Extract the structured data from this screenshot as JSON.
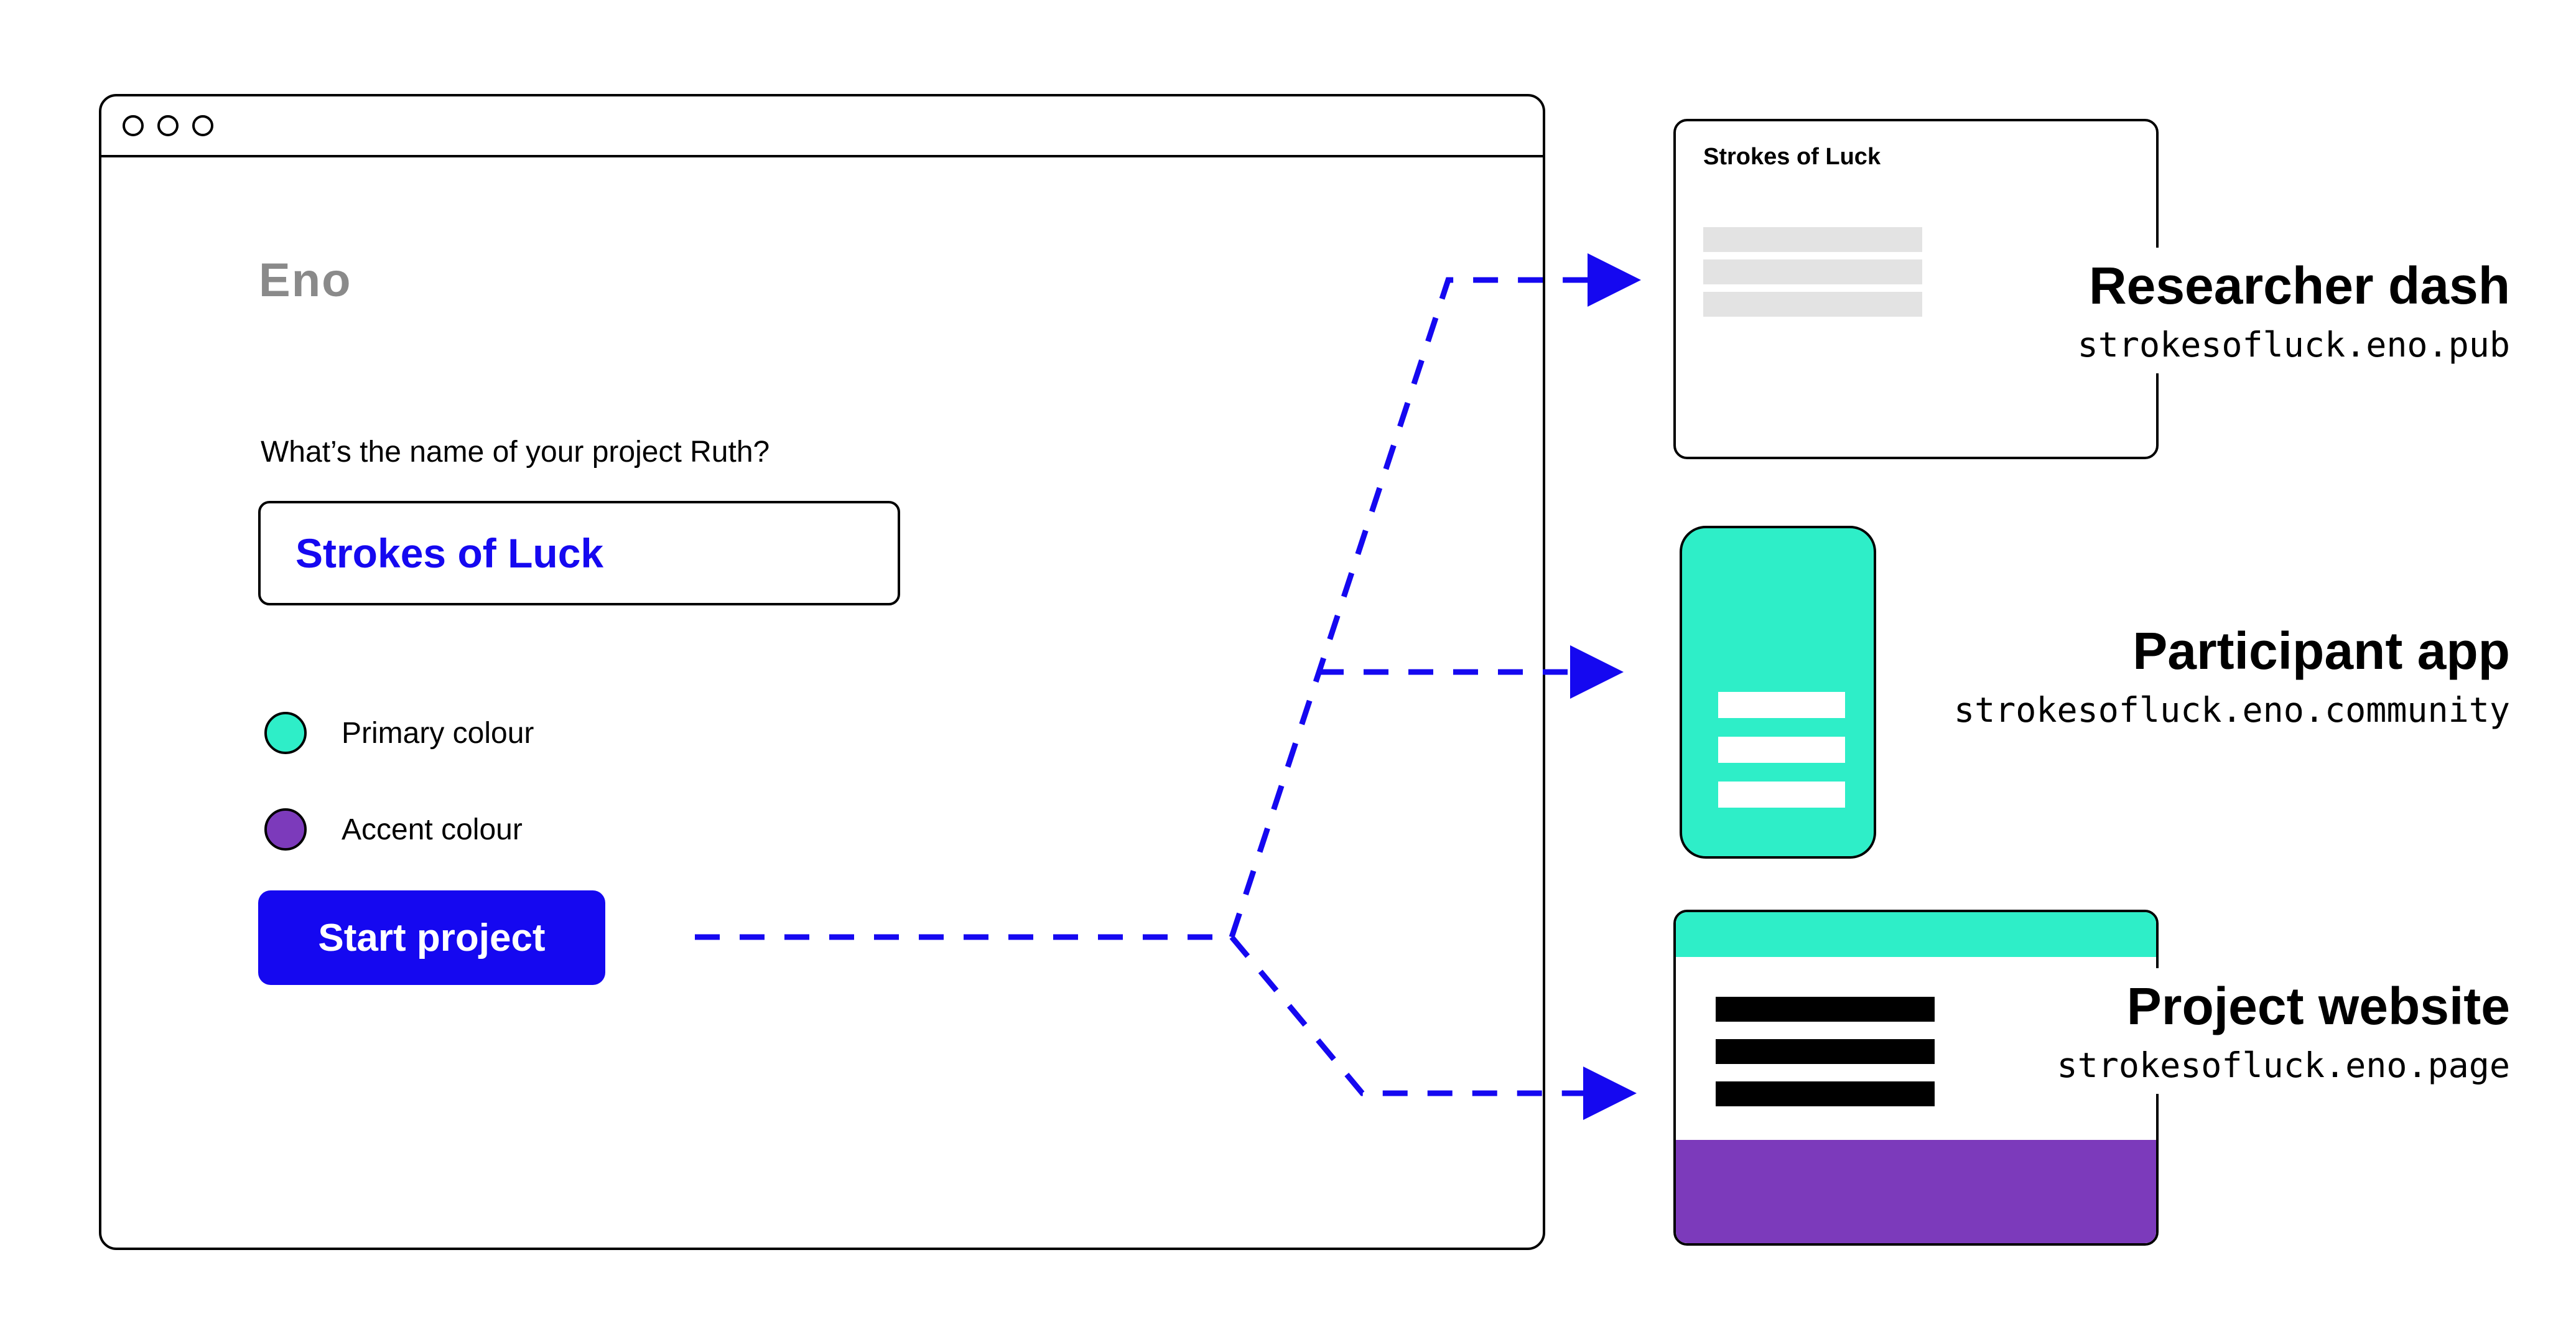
{
  "window": {
    "logo": "Eno",
    "question": "What’s the name of your project Ruth?",
    "project_name_input": {
      "value": "Strokes of Luck"
    },
    "swatches": [
      {
        "label": "Primary colour",
        "color": "#2eeec8"
      },
      {
        "label": "Accent colour",
        "color": "#7c3abb"
      }
    ],
    "start_button_label": "Start project"
  },
  "outputs": [
    {
      "title": "Researcher dash",
      "url": "strokesofluck.eno.pub",
      "preview_heading": "Strokes of Luck"
    },
    {
      "title": "Participant app",
      "url": "strokesofluck.eno.community"
    },
    {
      "title": "Project website",
      "url": "strokesofluck.eno.page"
    }
  ],
  "colors": {
    "accent_blue": "#1508f0",
    "primary_teal": "#2eeec8",
    "accent_purple": "#7c3abb",
    "logo_gray": "#8a8a8a",
    "skeleton_gray": "#e3e3e3"
  }
}
